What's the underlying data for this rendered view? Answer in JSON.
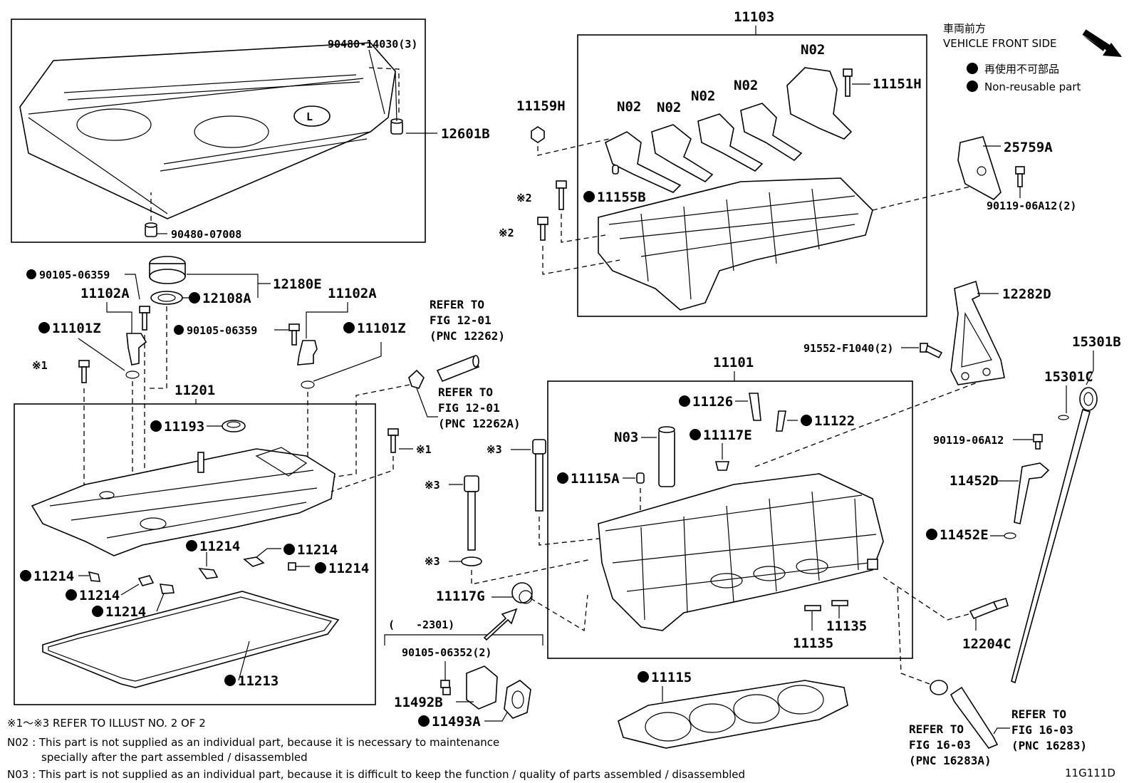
{
  "header": {
    "vehicle_front_jp": "車両前方",
    "vehicle_front_en": "VEHICLE FRONT SIDE",
    "legend_jp": "再使用不可部品",
    "legend_en": "Non-reusable part"
  },
  "parts": {
    "p11103": "11103",
    "p90480_14030": "90480-14030(3)",
    "p12601B": "12601B",
    "p90480_07008": "90480-07008",
    "n02": "N02",
    "p11151H": "11151H",
    "p11159H": "11159H",
    "p25759A": "25759A",
    "p90119_06A12_2": "90119-06A12(2)",
    "p11155B": "11155B",
    "mark2": "※2",
    "p90105_06359": "90105-06359",
    "p12180E": "12180E",
    "p12108A": "12108A",
    "p11102A": "11102A",
    "p11101Z": "11101Z",
    "mark1": "※1",
    "p11201": "11201",
    "p11193": "11193",
    "refer_to": "REFER TO",
    "fig_12_01": "FIG 12-01",
    "pnc_12262": "(PNC 12262)",
    "pnc_12262A": "(PNC 12262A)",
    "p12282D": "12282D",
    "p91552_F1040": "91552-F1040(2)",
    "p15301B": "15301B",
    "p15301C": "15301C",
    "p11101": "11101",
    "p11126": "11126",
    "p11122": "11122",
    "n03": "N03",
    "p11117E": "11117E",
    "mark3": "※3",
    "p11115A": "11115A",
    "p90119_06A12": "90119-06A12",
    "p11452D": "11452D",
    "p11452E": "11452E",
    "p11214": "11214",
    "p11117G": "11117G",
    "p11135": "11135",
    "p12204C": "12204C",
    "date_range": "(　　-2301)",
    "p90105_06352": "90105-06352(2)",
    "p11115": "11115",
    "p11213": "11213",
    "p11492B": "11492B",
    "p11493A": "11493A",
    "fig_16_03": "FIG 16-03",
    "pnc_16283A": "(PNC 16283A)",
    "pnc_16283": "(PNC 16283)"
  },
  "notes": {
    "marks_ref": "※1～※3  REFER TO ILLUST NO. 2 OF 2",
    "n02_line1": "N02 : This part is not supplied as an individual part, because it is necessary to maintenance",
    "n02_line2": "specially after the part assembled / disassembled",
    "n03_line1": "N03 : This part is not supplied as an individual part, because it is difficult to keep the function / quality of parts  assembled / disassembled"
  },
  "illustration_code": "11G111D"
}
